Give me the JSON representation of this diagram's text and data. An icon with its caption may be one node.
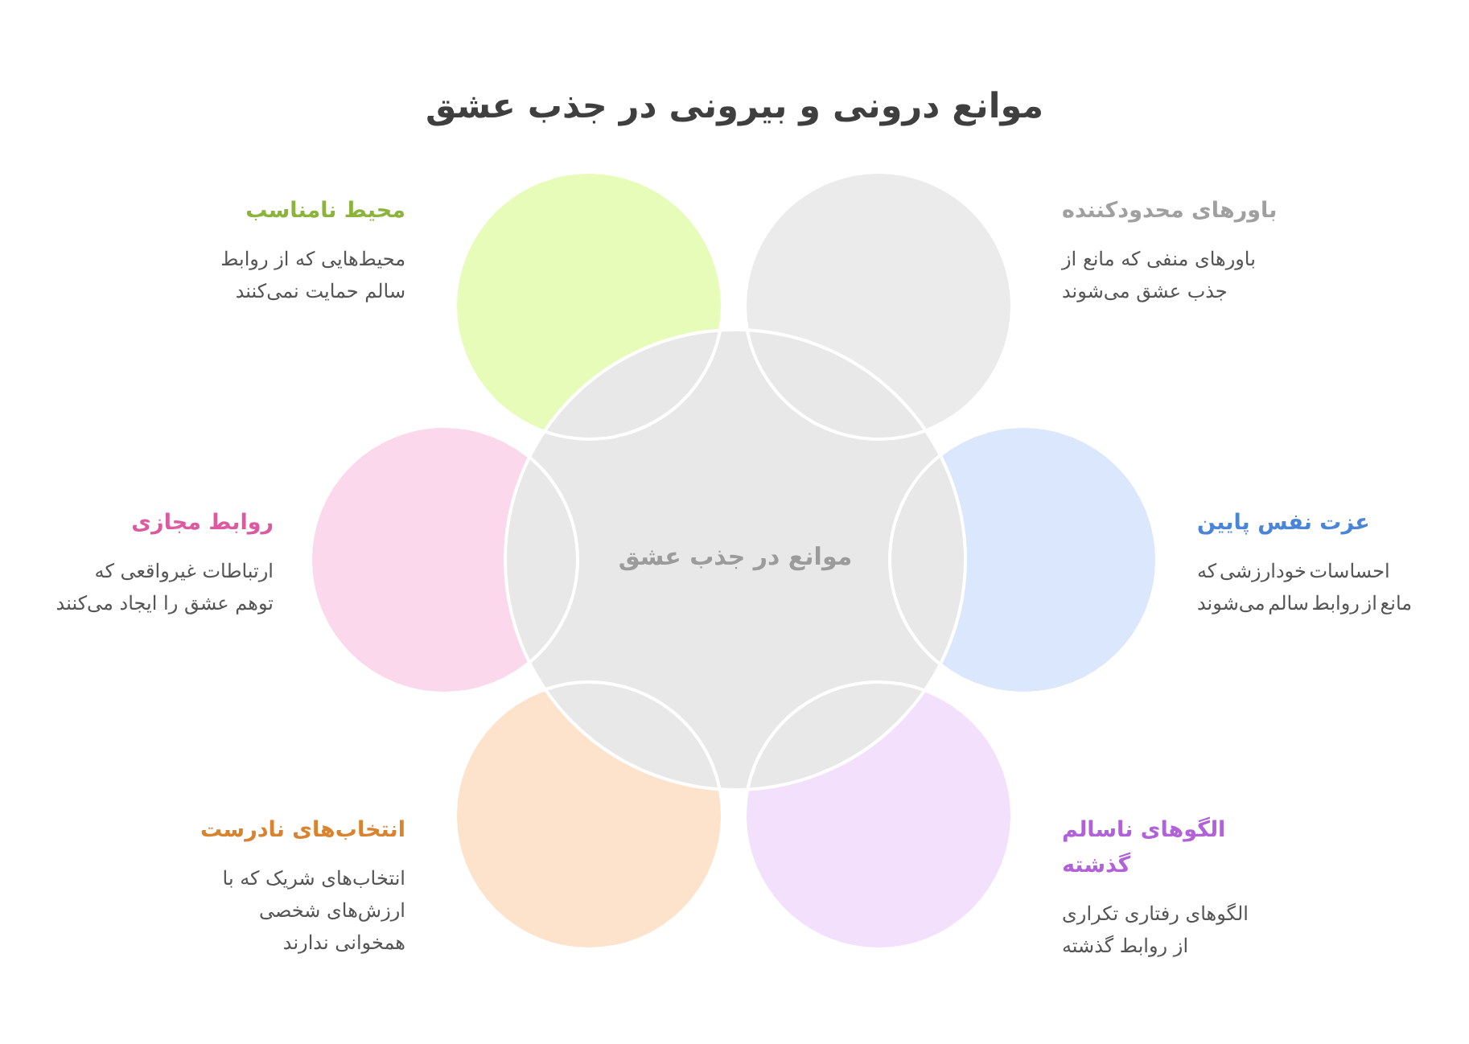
{
  "diagram": {
    "title": "موانع درونی و بیرونی در جذب عشق",
    "nodes": [
      {
        "text": [
          "موانع در جذب عشق"
        ]
      },
      {
        "text": [
          "باورهای محدودکننده",
          "باورهای منفی که مانع از جذب عشق می‌شوند"
        ]
      },
      {
        "text": [
          "محیط نامناسب",
          "محیط‌هایی که از روابط سالم حمایت نمی‌کنند"
        ]
      },
      {
        "text": [
          "عزت نفس پایین",
          "احساسات خودارزشی که مانع از روابط سالم می‌شوند"
        ]
      },
      {
        "text": [
          "روابط مجازی",
          "ارتباطات غیرواقعی که توهم عشق را ایجاد می‌کنند"
        ]
      },
      {
        "text": [
          "الگوهای ناسالم گذشته",
          "الگوهای رفتاری تکراری از روابط گذشته"
        ]
      },
      {
        "text": [
          "انتخاب‌های نادرست",
          "انتخاب‌های شریک که با ارزش‌های شخصی همخوانی ندارند"
        ]
      }
    ]
  }
}
